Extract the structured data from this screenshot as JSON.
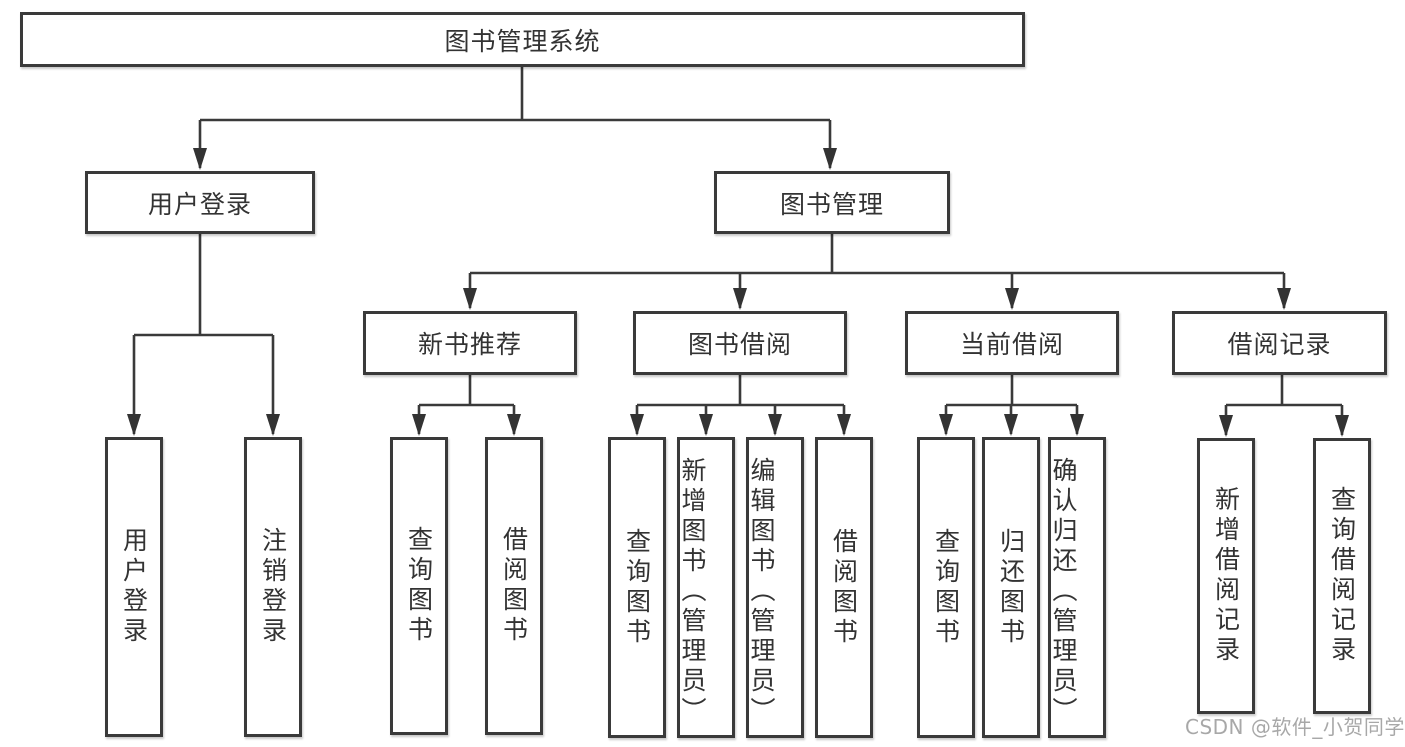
{
  "diagram": {
    "title": "图书管理系统",
    "level2": {
      "user_login": "用户登录",
      "book_management": "图书管理"
    },
    "level3": {
      "new_book_recommend": "新书推荐",
      "book_borrowing": "图书借阅",
      "current_borrowing": "当前借阅",
      "borrowing_records": "借阅记录"
    },
    "leaves": {
      "user_login": [
        "用户登录",
        "注销登录"
      ],
      "new_book_recommend": [
        "查询图书",
        "借阅图书"
      ],
      "book_borrowing": [
        "查询图书",
        "新增图书（管理员）",
        "编辑图书（管理员）",
        "借阅图书"
      ],
      "current_borrowing": [
        "查询图书",
        "归还图书",
        "确认归还（管理员）"
      ],
      "borrowing_records": [
        "新增借阅记录",
        "查询借阅记录"
      ]
    }
  },
  "watermark": {
    "text": "CSDN @软件_小贺同学"
  },
  "colors": {
    "line": "#3a3a3a",
    "text": "#333333",
    "background": "#ffffff",
    "watermark": "#9e9e9e"
  }
}
